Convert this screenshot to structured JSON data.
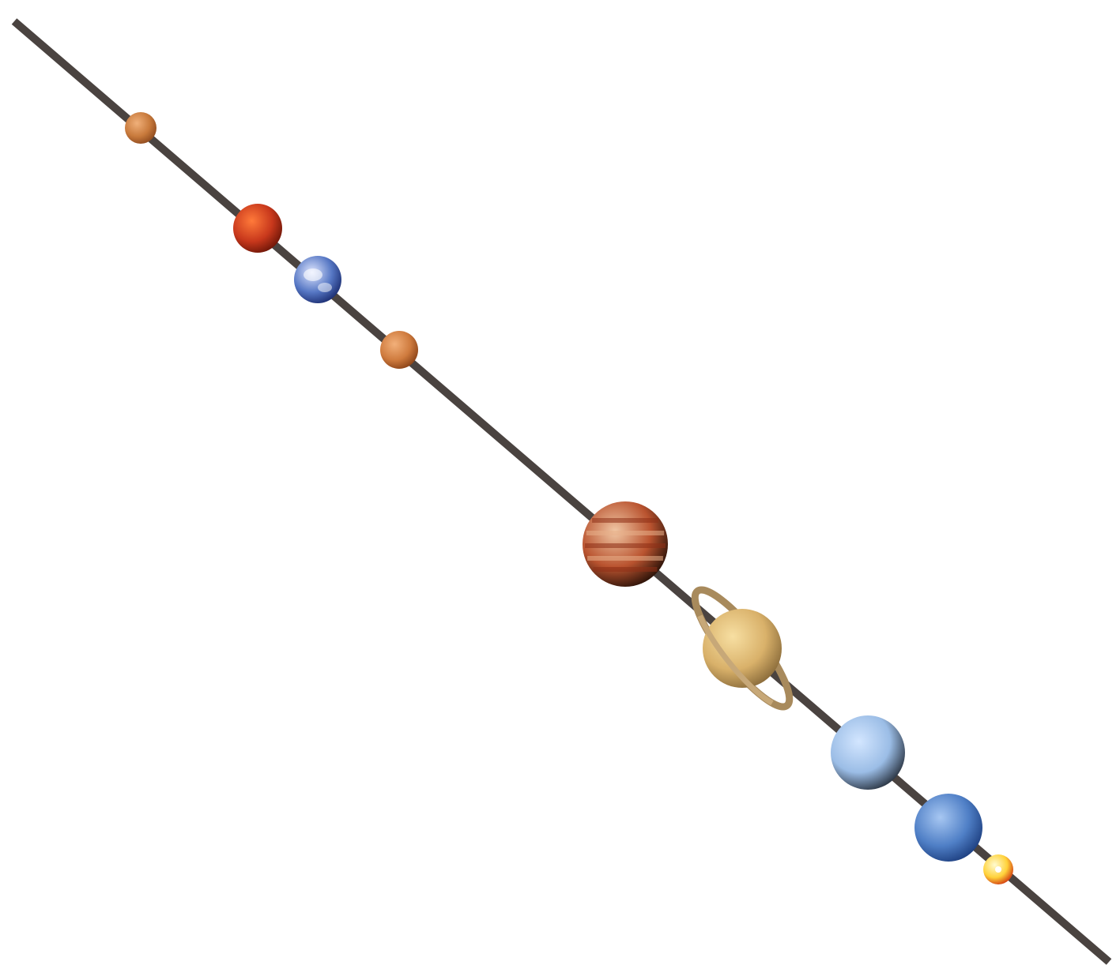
{
  "scene": {
    "background": "#ffffff",
    "axis_color": "#4a4340",
    "planets": [
      {
        "name": "mercury",
        "colors": [
          "#f0b07a",
          "#c87a3c",
          "#8e4a1e"
        ]
      },
      {
        "name": "venus",
        "colors": [
          "#ff7a3a",
          "#c8381c",
          "#6e1608"
        ]
      },
      {
        "name": "earth",
        "colors": [
          "#dfe6ff",
          "#5677c4",
          "#1c2e72"
        ]
      },
      {
        "name": "mars",
        "colors": [
          "#f2b07a",
          "#cf7b3e",
          "#8a4217"
        ]
      },
      {
        "name": "jupiter",
        "colors": [
          "#f0c7a4",
          "#b9532f",
          "#2a1208"
        ]
      },
      {
        "name": "saturn",
        "colors": [
          "#f7dfa2",
          "#d9b16a",
          "#8a6b3a"
        ]
      },
      {
        "name": "uranus",
        "colors": [
          "#d3e6ff",
          "#9bbde6",
          "#2a3442"
        ]
      },
      {
        "name": "neptune",
        "colors": [
          "#a7c7f2",
          "#4f7fc6",
          "#1d3f80"
        ]
      },
      {
        "name": "pluto",
        "colors": [
          "#fffbd0",
          "#ffd23a",
          "#d23a10"
        ]
      }
    ]
  }
}
